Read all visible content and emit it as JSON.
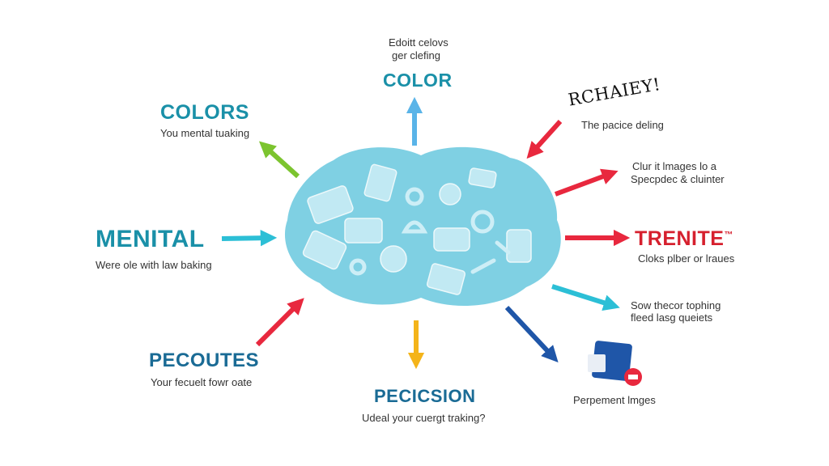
{
  "colors": {
    "brain_fill": "#7fd0e3",
    "brain_icon": "#cdeef6",
    "teal": "#1a90a8",
    "navy": "#1a6b95",
    "green": "#7cc42f",
    "cyan": "#2cbfd6",
    "sky": "#5ab4e8",
    "red": "#e8283e",
    "orange": "#f4b41a",
    "blue": "#1f56a8",
    "trenite_red": "#d6202e"
  },
  "icons": [
    "folder-icon",
    "card-icon",
    "tag-icon",
    "smartphone-icon",
    "person-icon",
    "toggle-icon",
    "globe-icon",
    "gear-icon",
    "folder-icon",
    "lock-icon",
    "chat-icon",
    "badge-icon",
    "card-icon",
    "hammer-icon"
  ],
  "labels": {
    "top": {
      "caption_line1": "Edoitt celovs",
      "caption_line2": "ger clefing",
      "heading": "COLOR"
    },
    "upper_left": {
      "heading": "COLORS",
      "desc": "You mental tuaking"
    },
    "left": {
      "heading": "MENITAL",
      "desc": "Were ole with law baking"
    },
    "lower_left": {
      "heading": "PECOUTES",
      "desc": "Your fecuelt fowr oate"
    },
    "bottom": {
      "heading": "PECICSION",
      "desc": "Udeal your cuergt traking?"
    },
    "upper_right": {
      "heading": "RCHAIEY!",
      "desc": "The pacice deling"
    },
    "right_top": {
      "line1": "Clur it lmages lo a",
      "line2": "Specpdec & cluinter"
    },
    "right": {
      "heading": "TRENITE",
      "tm": "™",
      "desc": "Cloks plber or lraues"
    },
    "right_low": {
      "line1": "Sow thecor tophing",
      "line2": "fleed lasg queiets"
    },
    "bottom_right": {
      "caption": "Perpement lmges"
    }
  }
}
